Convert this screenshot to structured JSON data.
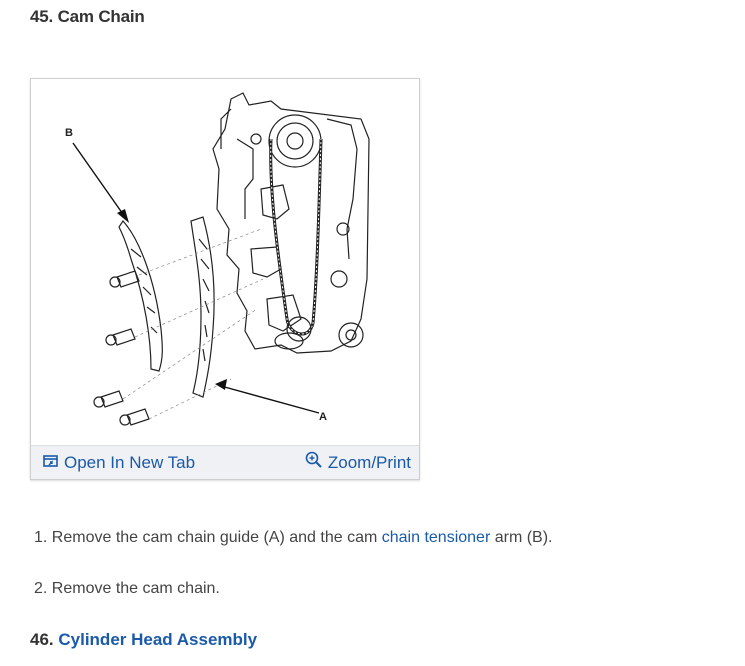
{
  "step": {
    "number": "45.",
    "title": "Cam Chain"
  },
  "figure": {
    "label_a": "A",
    "label_b": "B",
    "open_tab_label": "Open In New Tab",
    "zoom_print_label": "Zoom/Print",
    "icons": [
      "open-new-tab-icon",
      "zoom-in-icon"
    ]
  },
  "instructions": [
    {
      "number": "1.",
      "pre": "Remove the cam chain guide (A) and the cam ",
      "link": "chain tensioner",
      "post": " arm (B)."
    },
    {
      "number": "2.",
      "text": "Remove the cam chain."
    }
  ],
  "next_step": {
    "number": "46.",
    "title": "Cylinder Head Assembly"
  },
  "colors": {
    "link": "#1a5aa8",
    "text": "#333333",
    "toolbar_bg": "#f0f1f4"
  }
}
